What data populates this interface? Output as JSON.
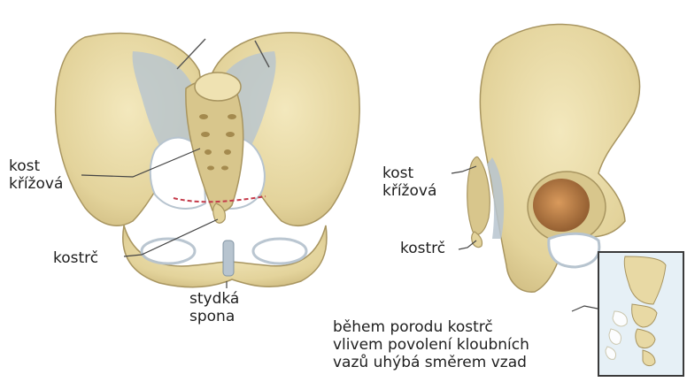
{
  "labels": {
    "front_sacrum_line1": "kost",
    "front_sacrum_line2": "křížová",
    "front_coccyx": "kostrč",
    "symphysis_line1": "stydká",
    "symphysis_line2": "spona",
    "side_sacrum_line1": "kost",
    "side_sacrum_line2": "křížová",
    "side_coccyx": "kostrč",
    "note_line1": "během porodu kostrč",
    "note_line2": "vlivem povolení kloubních",
    "note_line3": "vazů uhýbá směrem vzad"
  },
  "colors": {
    "bone": "#e8d9a4",
    "bone_shadow": "#cdb97e",
    "bone_outline": "#a89560",
    "ligament": "#b7c4cf",
    "acetabulum": "#b0743f",
    "inset_bg": "#e6f0f6",
    "inset_border": "#3a3a3a",
    "leader": "#444444"
  }
}
